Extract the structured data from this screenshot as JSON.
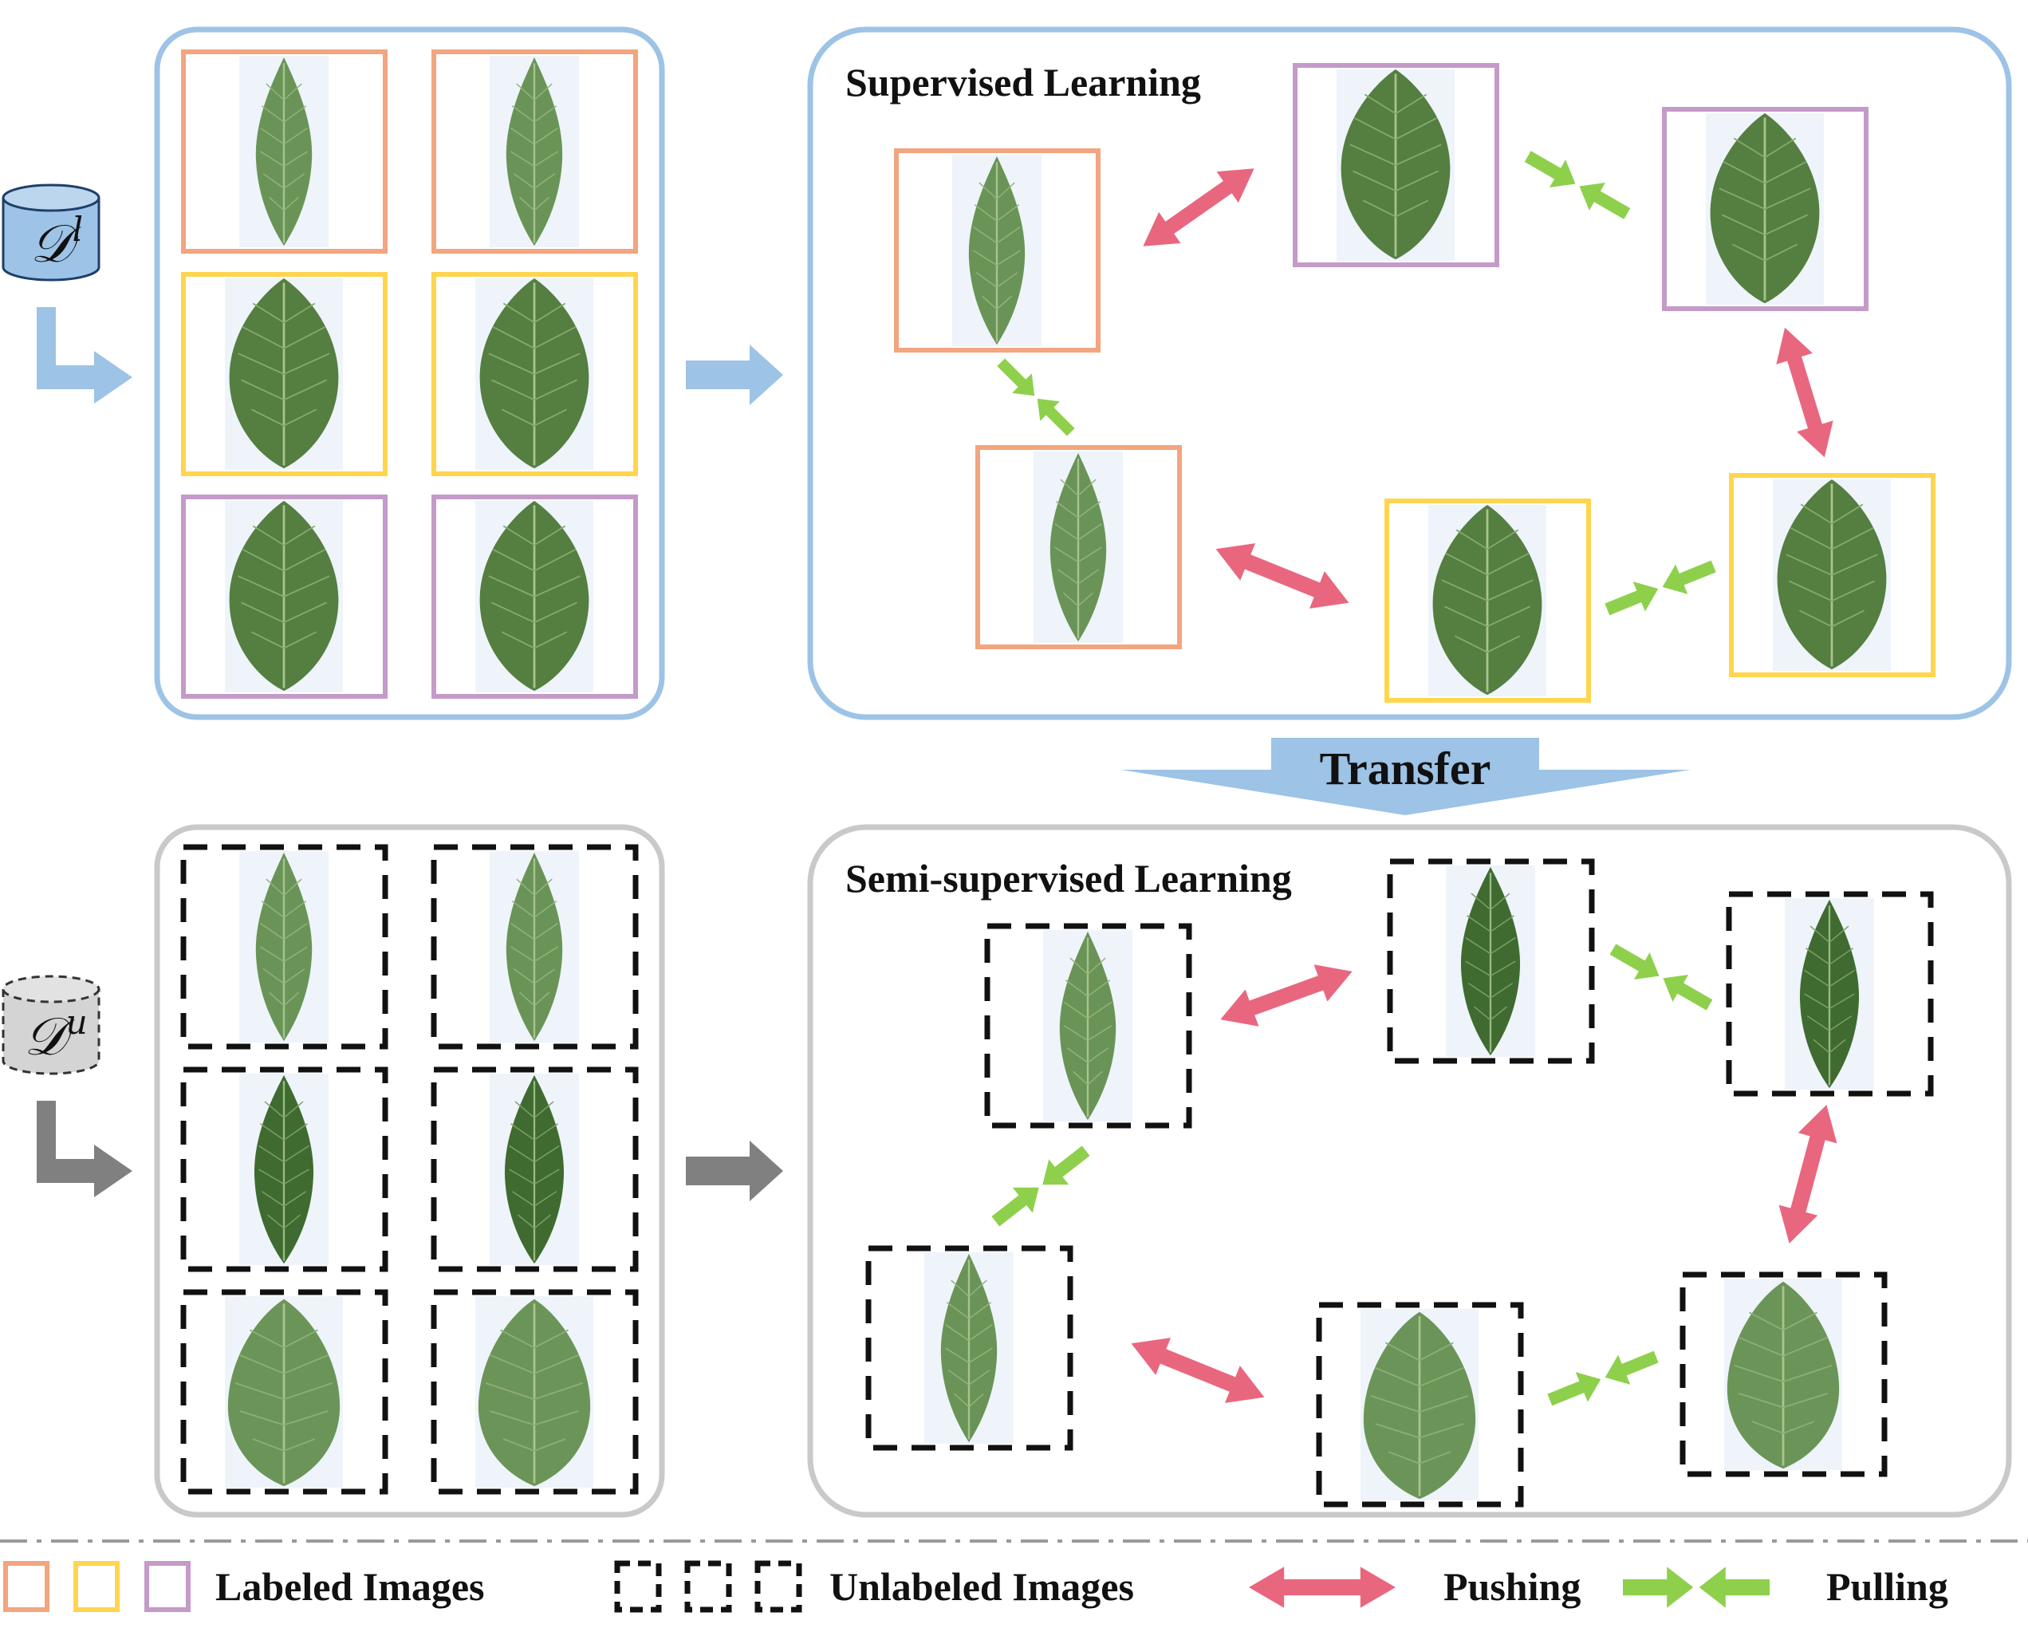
{
  "datasets": {
    "labeled": {
      "symbol": "𝒟",
      "sup": "l"
    },
    "unlabeled": {
      "symbol": "𝒟",
      "sup": "u"
    }
  },
  "panels": {
    "supervised_title": "Supervised Learning",
    "semi_title": "Semi-supervised Learning",
    "transfer_label": "Transfer"
  },
  "legend": {
    "labeled": "Labeled Images",
    "unlabeled": "Unlabeled Images",
    "pushing": "Pushing",
    "pulling": "Pulling"
  },
  "colors": {
    "class_orange": "#F2A57E",
    "class_yellow": "#FFD54F",
    "class_purple": "#C49AC8",
    "panel_blue": "#9DC3E6",
    "panel_gray": "#C9C9C9",
    "push": "#E8677F",
    "pull": "#8ED04C",
    "arrow_blue": "#9DC3E6",
    "arrow_gray": "#808080",
    "leaf_dark": "#4F7A3C",
    "leaf_mid": "#5F8A4A",
    "leaf_light": "#6F985A",
    "leaf_vein": "#A9C48E",
    "photo_bg": "#EEF4FA"
  },
  "icons": {
    "labeled_db": "cylinder-icon",
    "unlabeled_db": "dashed-cylinder-icon",
    "push_arrow": "double-arrow-icon",
    "pull_arrow": "converging-arrows-icon"
  }
}
